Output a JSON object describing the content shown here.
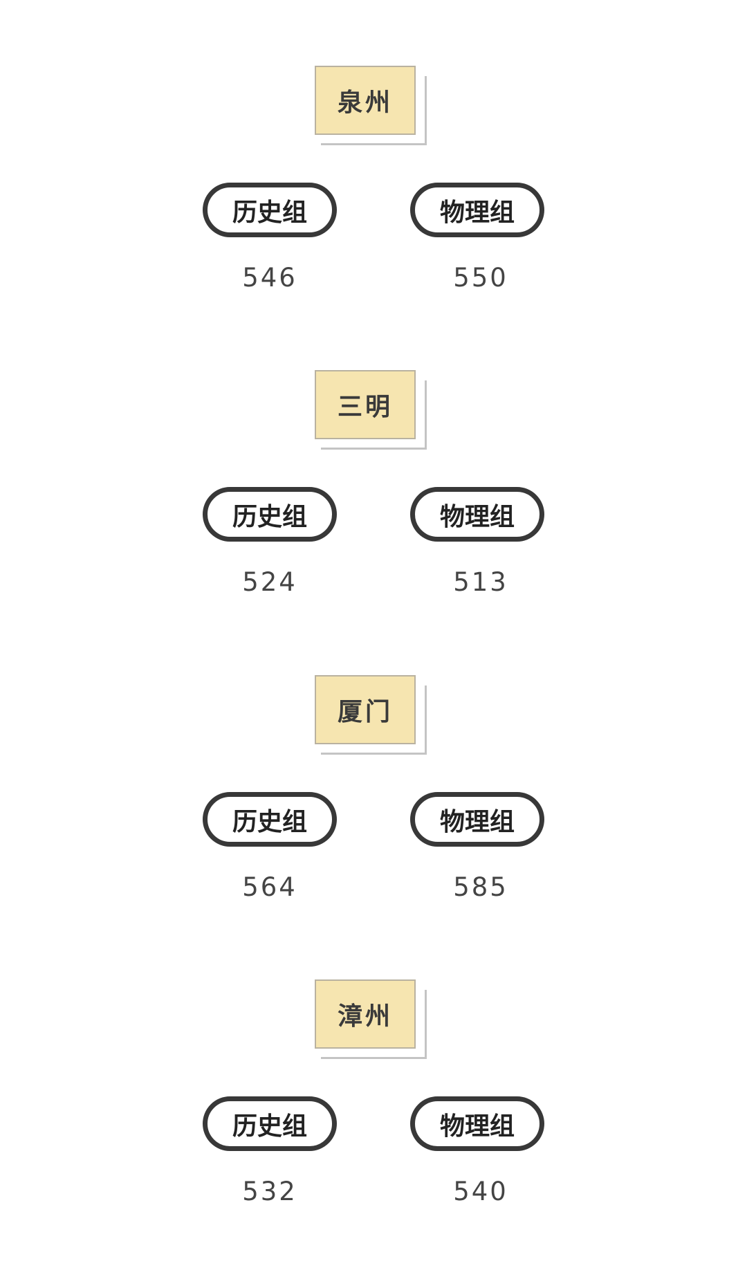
{
  "blocks": [
    {
      "city": "泉州",
      "history_label": "历史组",
      "physics_label": "物理组",
      "history_score": "546",
      "physics_score": "550"
    },
    {
      "city": "三明",
      "history_label": "历史组",
      "physics_label": "物理组",
      "history_score": "524",
      "physics_score": "513"
    },
    {
      "city": "厦门",
      "history_label": "历史组",
      "physics_label": "物理组",
      "history_score": "564",
      "physics_score": "585"
    },
    {
      "city": "漳州",
      "history_label": "历史组",
      "physics_label": "物理组",
      "history_score": "532",
      "physics_score": "540"
    }
  ]
}
